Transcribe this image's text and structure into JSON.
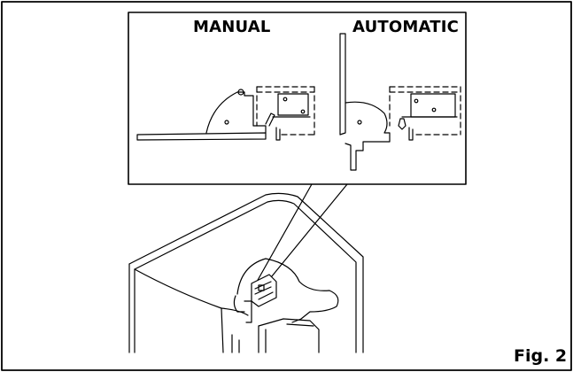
{
  "labels": {
    "manual": "MANUAL",
    "automatic": "AUTOMATIC",
    "figure": "Fig. 2"
  },
  "colors": {
    "ink": "#000000",
    "paper": "#ffffff"
  }
}
